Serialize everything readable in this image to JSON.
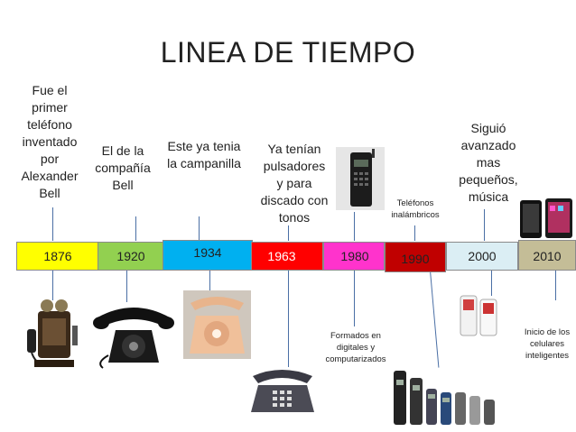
{
  "title": "LINEA DE TIEMPO",
  "timeline": [
    {
      "year": "1876",
      "color": "#ffff00"
    },
    {
      "year": "1920",
      "color": "#92d050"
    },
    {
      "year": "1934",
      "color": "#00b0f0"
    },
    {
      "year": "1963",
      "color": "#ff0000"
    },
    {
      "year": "1980",
      "color": "#ff33cc"
    },
    {
      "year": "1990",
      "color": "#c00000"
    },
    {
      "year": "2000",
      "color": "#dbeef4"
    },
    {
      "year": "2010",
      "color": "#c4bd97"
    }
  ],
  "captions": {
    "c1876": "Fue el\nprimer\nteléfono\ninventado\npor\nAlexander\nBell",
    "c1920": "El de la\ncompañía\nBell",
    "c1934": "Este ya tenia\nla campanilla",
    "c1963": "Ya tenían\npulsadores\ny para\ndiscado con\ntonos",
    "c1980": "Formados en\ndigitales y\ncomputarizados",
    "c1990": "Teléfonos\ninalámbricos",
    "c2000": "Siguió\navanzado\nmas\npequeños,\nmúsica",
    "c2010": "Inicio de los\ncelulares\ninteligentes"
  }
}
